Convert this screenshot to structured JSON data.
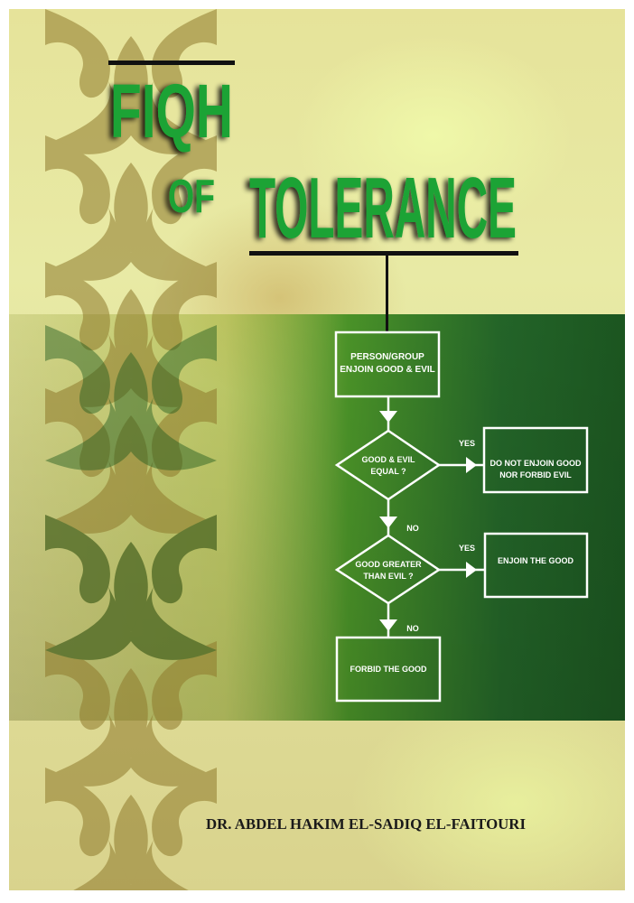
{
  "cover": {
    "title_line1": "FIQH",
    "title_of": "OF",
    "title_main": "TOLERANCE",
    "author": "DR. ABDEL HAKIM EL-SADIQ EL-FAITOURI"
  },
  "flowchart": {
    "start": [
      "PERSON/GROUP",
      "ENJOIN GOOD & EVIL"
    ],
    "decision1": [
      "GOOD & EVIL",
      "EQUAL ?"
    ],
    "decision1_yes": "YES",
    "decision1_no": "NO",
    "result1": [
      "DO NOT ENJOIN GOOD",
      "NOR FORBID EVIL"
    ],
    "decision2": [
      "GOOD GREATER",
      "THAN EVIL ?"
    ],
    "decision2_yes": "YES",
    "decision2_no": "NO",
    "result2": "ENJOIN THE GOOD",
    "result3": "FORBID THE GOOD"
  },
  "colors": {
    "title_green": "#1fa336",
    "band_dark": "#1e5e1e",
    "band_light": "#9cc23a"
  }
}
